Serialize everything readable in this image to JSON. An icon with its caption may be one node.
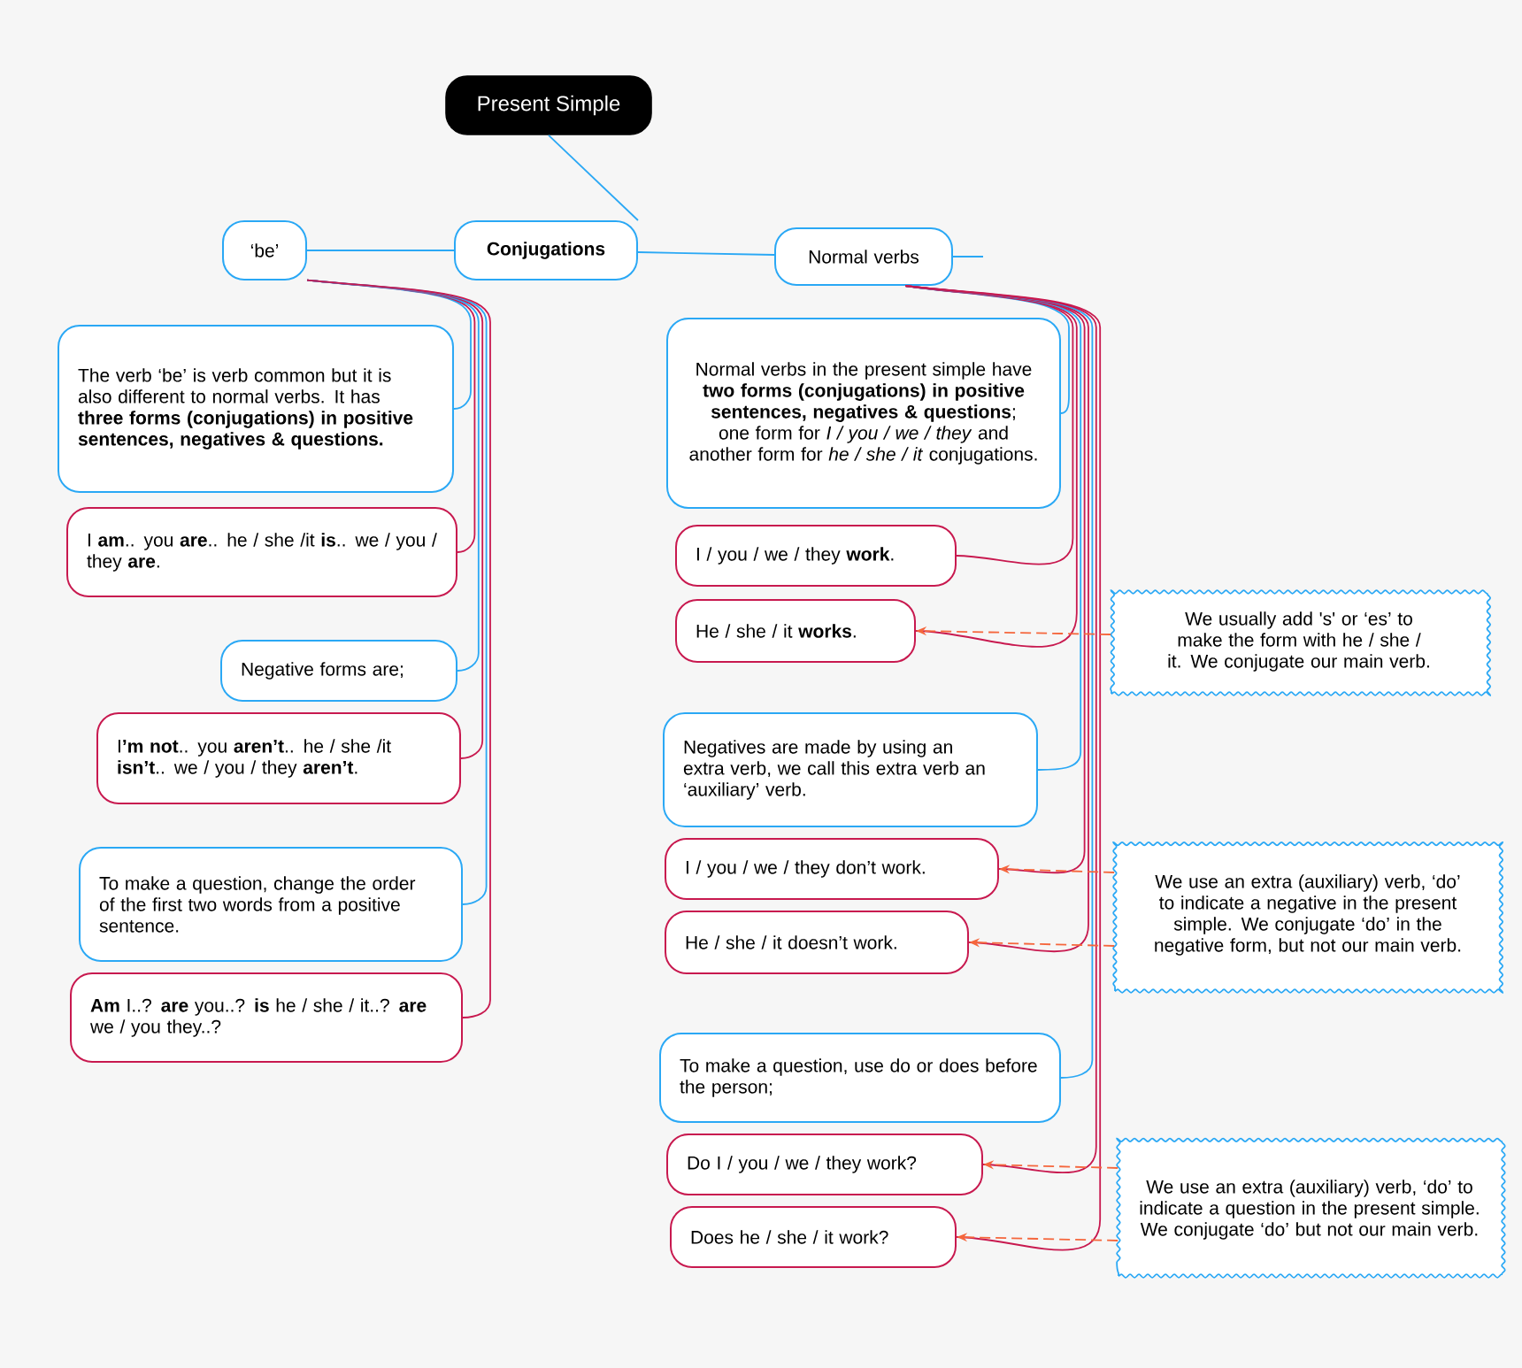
{
  "diagram": {
    "nodes": [
      {
        "text": [
          "Present Simple"
        ]
      },
      {
        "text": [
          "Conjugations"
        ]
      },
      {
        "text": [
          "‘be’"
        ]
      },
      {
        "text": [
          "Normal verbs"
        ]
      },
      {
        "text": [
          "The verb ‘be’ is verb common but it is also different to normal verbs. It has **three forms (conjugations) in positive sentences, negatives & questions.**"
        ]
      },
      {
        "text": [
          "I **am**.. you **are**.. he / she /it **is**.. we / you / they **are**."
        ]
      },
      {
        "text": [
          "Negative forms are;"
        ]
      },
      {
        "text": [
          "I**’m not**.. you **aren’t**.. he / she /it **isn’t**.. we / you / they **aren’t**."
        ]
      },
      {
        "text": [
          "To make a question, change the order of the first two words from a positive sentence."
        ]
      },
      {
        "text": [
          "**Am** I..? **are** you..? **is** he / she / it..? **are** we / you they..?"
        ]
      },
      {
        "text": [
          "Normal verbs in the present simple have **two forms (conjugations) in positive sentences, negatives & questions**; one form for *I / you / we / they* and another form for *he / she / it* conjugations."
        ]
      },
      {
        "text": [
          "I / you / we / they **work**."
        ]
      },
      {
        "text": [
          "He / she / it **works**."
        ]
      },
      {
        "text": [
          "Negatives are made by using an extra verb, we call this extra verb an ‘auxiliary’ verb."
        ]
      },
      {
        "text": [
          "I / you / we / they don’t work."
        ]
      },
      {
        "text": [
          "He / she / it doesn’t work."
        ]
      },
      {
        "text": [
          "To make a question, use do or does before the person;"
        ]
      },
      {
        "text": [
          "Do I / you / we / they work?"
        ]
      },
      {
        "text": [
          "Does he / she / it work?"
        ]
      },
      {
        "text": [
          "We usually add 's' or ‘es’ to make the form with he / she / it. We conjugate our main verb."
        ]
      },
      {
        "text": [
          "We use an extra (auxiliary) verb, ‘do’ to indicate a negative in the present simple. We conjugate ‘do’ in the negative form, but not our main verb."
        ]
      },
      {
        "text": [
          "We use an extra (auxiliary) verb, ‘do’ to indicate a question in the present simple. We conjugate ‘do’ but not our main verb."
        ]
      }
    ],
    "edges": [
      {
        "from": 0,
        "to": 1,
        "arrow": "none"
      },
      {
        "from": 1,
        "to": 2,
        "arrow": "none"
      },
      {
        "from": 1,
        "to": 3,
        "arrow": "none"
      },
      {
        "from": 3,
        "to": null,
        "arrow": "none"
      },
      {
        "from": 2,
        "to": 4,
        "arrow": "none"
      },
      {
        "from": 2,
        "to": 5,
        "arrow": "none",
        "color": "#c8194f"
      },
      {
        "from": 2,
        "to": 6,
        "arrow": "none"
      },
      {
        "from": 2,
        "to": 7,
        "arrow": "none",
        "color": "#c8194f"
      },
      {
        "from": 2,
        "to": 8,
        "arrow": "none"
      },
      {
        "from": 2,
        "to": 9,
        "arrow": "none",
        "color": "#c8194f"
      },
      {
        "from": 3,
        "to": 10,
        "arrow": "none"
      },
      {
        "from": 3,
        "to": 11,
        "arrow": "none",
        "color": "#c8194f"
      },
      {
        "from": 3,
        "to": 12,
        "arrow": "none",
        "color": "#c8194f"
      },
      {
        "from": 3,
        "to": 13,
        "arrow": "none"
      },
      {
        "from": 3,
        "to": 14,
        "arrow": "none",
        "color": "#c8194f"
      },
      {
        "from": 3,
        "to": 15,
        "arrow": "none",
        "color": "#c8194f"
      },
      {
        "from": 3,
        "to": 16,
        "arrow": "none"
      },
      {
        "from": 3,
        "to": 17,
        "arrow": "none",
        "color": "#c8194f"
      },
      {
        "from": 3,
        "to": 18,
        "arrow": "none",
        "color": "#c8194f"
      },
      {
        "from": 19,
        "to": 12,
        "arrow": "to",
        "style": "dashed",
        "color": "#f5663c"
      },
      {
        "from": 20,
        "to": 14,
        "arrow": "to",
        "style": "dashed",
        "color": "#f5663c"
      },
      {
        "from": 20,
        "to": 15,
        "arrow": "to",
        "style": "dashed",
        "color": "#f5663c"
      },
      {
        "from": 21,
        "to": 17,
        "arrow": "to",
        "style": "dashed",
        "color": "#f5663c"
      },
      {
        "from": 21,
        "to": 18,
        "arrow": "to",
        "style": "dashed",
        "color": "#f5663c"
      }
    ]
  }
}
